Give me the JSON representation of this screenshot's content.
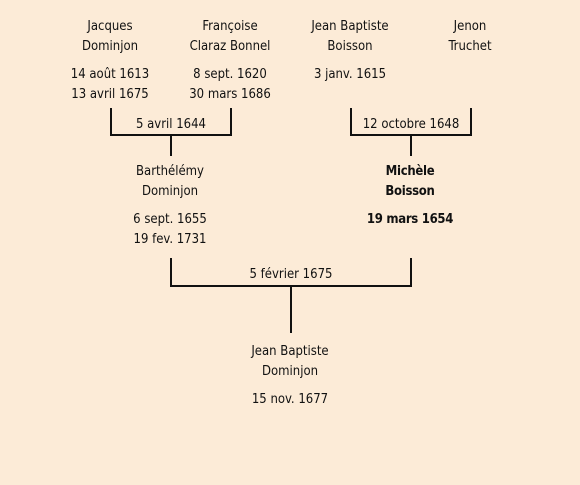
{
  "generation1": [
    {
      "first": "Jacques",
      "last": "Dominjon",
      "birth": "14 août 1613",
      "death": "13 avril 1675"
    },
    {
      "first": "Françoise",
      "last": "Claraz Bonnel",
      "birth": "8 sept. 1620",
      "death": "30 mars 1686"
    },
    {
      "first": "Jean Baptiste",
      "last": "Boisson",
      "birth": "3 janv. 1615",
      "death": ""
    },
    {
      "first": "Jenon",
      "last": "Truchet",
      "birth": "",
      "death": ""
    }
  ],
  "marriage1": {
    "left": "5 avril 1644",
    "right": "12 octobre 1648"
  },
  "generation2": [
    {
      "first": "Barthélémy",
      "last": "Dominjon",
      "birth": "6 sept. 1655",
      "death": "19 fev. 1731"
    },
    {
      "first": "Michèle",
      "last": "Boisson",
      "birth": "19 mars 1654",
      "death": ""
    }
  ],
  "marriage2": "5 février 1675",
  "child": {
    "first": "Jean Baptiste",
    "last": "Dominjon",
    "birth": "15 nov. 1677"
  }
}
